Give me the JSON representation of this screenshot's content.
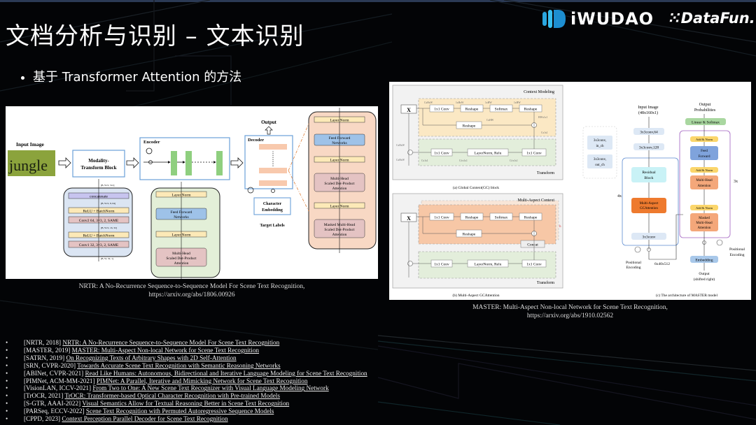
{
  "slide": {
    "title": "文档分析与识别 – 文本识别",
    "bullet": "基于 Transformer Attention 的方法"
  },
  "logos": {
    "iwudao": "iWUDAO",
    "datafun": "⁙DataFun."
  },
  "figure_nrtr": {
    "input_label": "Input Image",
    "input_word": "jungle",
    "mtb_label": [
      "Modality-",
      "Transform Block"
    ],
    "encoder_label": "Encoder",
    "decoder_label": "Decoder",
    "output_label": "Output",
    "char_embed": [
      "Character",
      "Embedding"
    ],
    "target_labels": "Target Labels",
    "mtb_detail": {
      "concatenate": "concatenate",
      "relu_bn": "ReLU + BatchNorm",
      "conv2": "Conv2 64, 3×3, 2, SAME",
      "conv1": "Conv1 32, 3×3, 2, SAME",
      "dims": [
        "[B, W/2, 512]",
        "[B, W/2, 8, 64]",
        "[B, W/2, 16, 32]",
        "[B, W, 32, 1]"
      ]
    },
    "enc_block": {
      "layer_norm": "Layer Norm",
      "ffn": [
        "Feed Forward",
        "Networks"
      ],
      "mhsa": [
        "Multi-Head",
        "Scaled Dot-Product",
        "Attention"
      ]
    },
    "dec_block": {
      "layer_norm": "Layer Norm",
      "ffn": [
        "Feed Forward",
        "Networks"
      ],
      "mhsa": [
        "Multi-Head",
        "Scaled Dot-Product",
        "Attention"
      ],
      "masked": [
        "Masked Multi-Head",
        "Scaled Dot-Product",
        "Attention"
      ]
    },
    "caption": [
      "NRTR: A No-Recurrence Sequence-to-Sequence Model For Scene Text Recognition,",
      "https://arxiv.org/abs/1806.00926"
    ]
  },
  "figure_master": {
    "gc": {
      "context_modeling": "Context Modeling",
      "transform": "Transform",
      "x": "X",
      "conv1x1": "1x1 Conv",
      "reshape": "Reshape",
      "softmax": "Softmax",
      "ln_relu": "LayerNorm, Relu",
      "dims": [
        "CxHxW",
        "1xHxW",
        "1xHW",
        "1xHW",
        "HWx1x1",
        "CxHW",
        "Cx1x1",
        "C/rx1x1",
        "C/rx1x1",
        "Cx1x1",
        "CxHxW",
        "CxHxW"
      ],
      "caption": "(a) Global Context(GC) block"
    },
    "magc": {
      "context": "Multi-Aspect Context",
      "transform": "Transform",
      "concat": "Concat",
      "h": "h",
      "caption": "(b) Multi-Aspect GCAttention"
    },
    "arch": {
      "input_image": [
        "Input Image",
        "(48x160x1)"
      ],
      "conv64": "3x3conv,64",
      "conv128": "3x3conv,128",
      "residual": [
        "Residual",
        "Block"
      ],
      "magca": [
        "Multi-Aspect",
        "GCAttention"
      ],
      "conv3": "3x3conv",
      "res_in": [
        "3x3conv,",
        "in_ch"
      ],
      "res_out": [
        "3x3conv,",
        "out_ch"
      ],
      "four_x": "4x",
      "three_x": "3x",
      "pos_enc": [
        "Positional",
        "Encoding"
      ],
      "feat_dim": "6x40x512",
      "output_probs": [
        "Output",
        "Probabilities"
      ],
      "linear_softmax": "Linear & Softmax",
      "add_norm": "Add & Norm",
      "feed_forward": [
        "Feed",
        "Forward"
      ],
      "mha": [
        "Multi-Head",
        "Attention"
      ],
      "masked_mha": [
        "Masked",
        "Multi-Head",
        "Attention"
      ],
      "embedding": "Embedding",
      "output_shifted": [
        "Output",
        "(shifted right)"
      ],
      "caption": "(c) The architecture of MASTER model"
    },
    "caption": [
      "MASTER: Multi-Aspect Non-local Network for Scene Text Recognition,",
      "https://arxiv.org/abs/1910.02562"
    ]
  },
  "references": [
    {
      "tag": "[NRTR, 2018]",
      "title": "NRTR: A No-Recurrence Sequence-to-Sequence Model For Scene Text Recognition"
    },
    {
      "tag": "[MASTER, 2019]",
      "title": "MASTER: Multi-Aspect Non-local Network for Scene Text Recognition"
    },
    {
      "tag": "[SATRN, 2019]",
      "title": "On Recognizing Texts of Arbitrary Shapes with 2D Self-Attention"
    },
    {
      "tag": "[SRN, CVPR-2020]",
      "title": "Towards Accurate Scene Text Recognition with Semantic Reasoning Networks"
    },
    {
      "tag": "[ABINet, CVPR-2021]",
      "title": "Read Like Humans: Autonomous, Bidirectional and Iterative Language Modeling for Scene Text Recognition"
    },
    {
      "tag": "[PIMNet, ACM-MM-2021]",
      "title": "PIMNet: A Parallel, Iterative and Mimicking Network for Scene Text Recognition"
    },
    {
      "tag": "[VisionLAN, ICCV-2021]",
      "title": "From Two to One: A New Scene Text Recognizer with Visual Language Modeling Network"
    },
    {
      "tag": "[TrOCR, 2021]",
      "title": "TrOCR: Transformer-based Optical Character Recognition with Pre-trained Models"
    },
    {
      "tag": "[S-GTR, AAAI-2022]",
      "title": "Visual Semantics Allow for Textual Reasoning Better in Scene Text Recognition"
    },
    {
      "tag": "[PARSeq, ECCV-2022]",
      "title": "Scene Text Recognition with Permuted Autoregressive Sequence Models"
    },
    {
      "tag": "[CPPD, 2023]",
      "title": "Context Perception Parallel Decoder for Scene Text Recognition"
    }
  ]
}
